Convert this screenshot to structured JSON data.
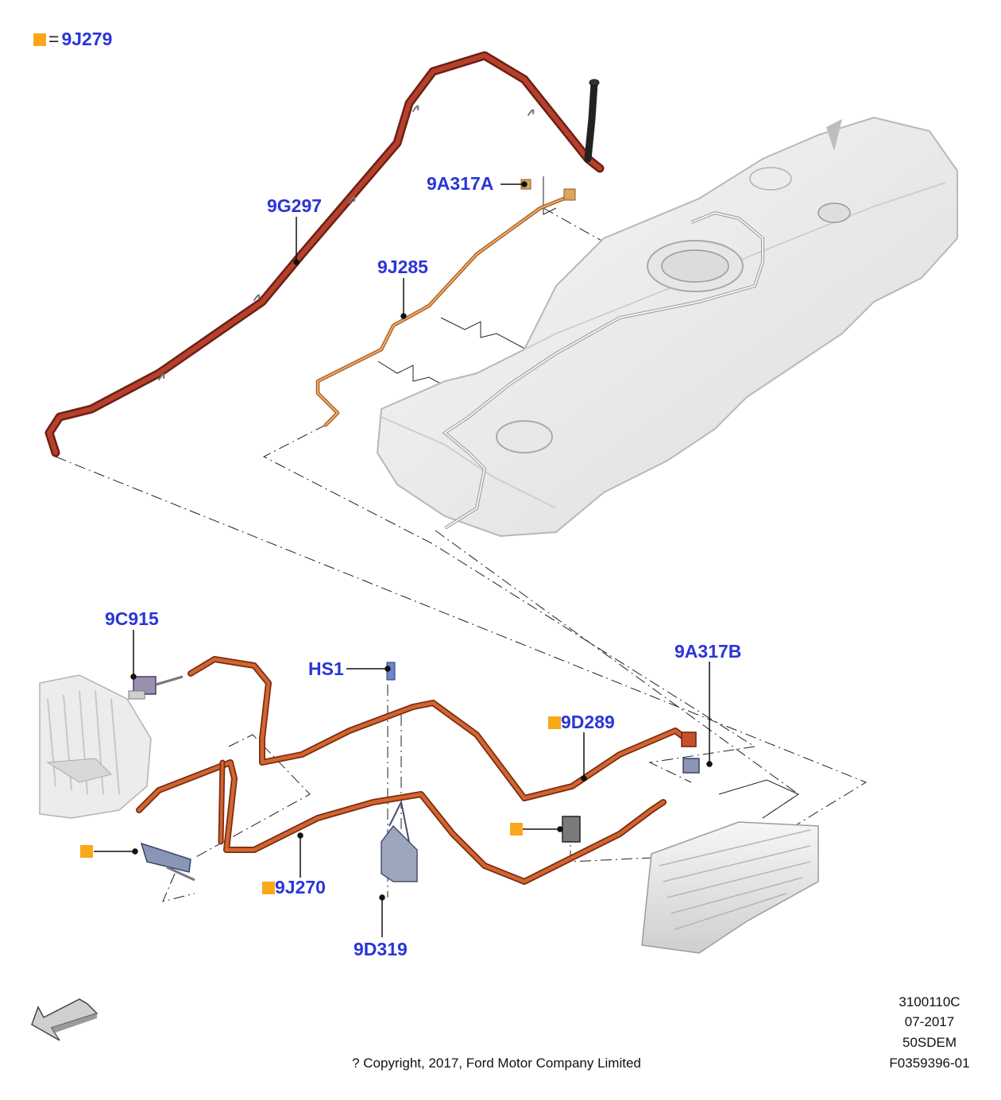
{
  "legend": {
    "equals": "=",
    "part": "9J279",
    "marker_color": "#f9a81a"
  },
  "callouts": {
    "c_9g297": "9G297",
    "c_9a317a": "9A317A",
    "c_9j285": "9J285",
    "c_9c915": "9C915",
    "c_hs1": "HS1",
    "c_9a317b": "9A317B",
    "c_9d289": "9D289",
    "c_9j270": "9J270",
    "c_9d319": "9D319"
  },
  "footer": {
    "code": "3100110C",
    "date": "07-2017",
    "model": "50SDEM",
    "figure": "F0359396-01",
    "copyright": "? Copyright, 2017, Ford Motor Company Limited"
  },
  "colors": {
    "callout_text": "#2a35d8",
    "fill_pipe": "#b5412c",
    "vapor_line": "#e89a4c",
    "lower_hose": "#d2652f",
    "tank": "#ececec",
    "marker": "#f9a81a"
  },
  "icons": [
    "front-direction-arrow-icon"
  ]
}
